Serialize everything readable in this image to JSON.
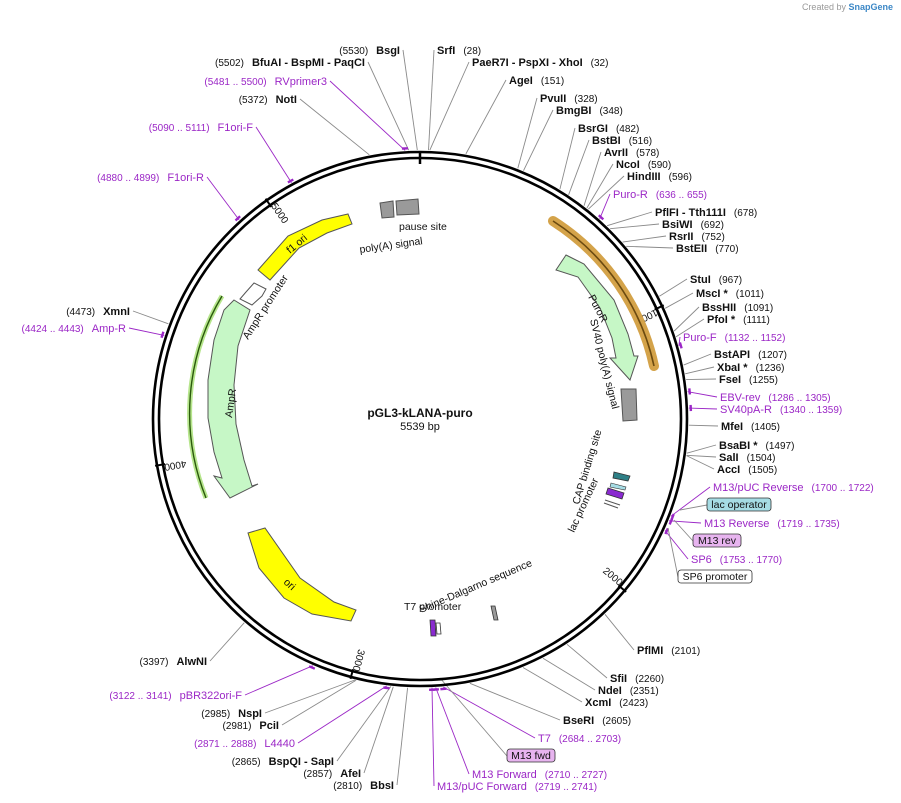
{
  "attribution": {
    "prefix": "Created by",
    "brand": "SnapGene"
  },
  "plasmid": {
    "name": "pGL3-kLANA-puro",
    "size_label": "5539 bp",
    "length": 5539
  },
  "ticks": [
    "1000",
    "2000",
    "3000",
    "4000",
    "5000"
  ],
  "sites": [
    {
      "k": "s1",
      "name": "SrfI",
      "pos": "(28)",
      "side": "left",
      "bp": 28
    },
    {
      "k": "s2",
      "name": "PaeR7I  - PspXI  - XhoI",
      "pos": "(32)",
      "side": "left",
      "bp": 32
    },
    {
      "k": "s3",
      "name": "AgeI",
      "pos": "(151)",
      "side": "left",
      "bp": 151
    },
    {
      "k": "s4",
      "name": "PvuII",
      "pos": "(328)",
      "side": "left",
      "bp": 328
    },
    {
      "k": "s5",
      "name": "BmgBI",
      "pos": "(348)",
      "side": "left",
      "bp": 348
    },
    {
      "k": "s6",
      "name": "BsrGI",
      "pos": "(482)",
      "side": "left",
      "bp": 482
    },
    {
      "k": "s7",
      "name": "BstBI",
      "pos": "(516)",
      "side": "left",
      "bp": 516
    },
    {
      "k": "s8",
      "name": "AvrII",
      "pos": "(578)",
      "side": "left",
      "bp": 578
    },
    {
      "k": "s9",
      "name": "NcoI",
      "pos": "(590)",
      "side": "left",
      "bp": 590
    },
    {
      "k": "s10",
      "name": "HindIII",
      "pos": "(596)",
      "side": "left",
      "bp": 596
    },
    {
      "k": "s11",
      "name": "PflFI  - Tth111I",
      "pos": "(678)",
      "side": "left",
      "bp": 678
    },
    {
      "k": "s12",
      "name": "BsiWI",
      "pos": "(692)",
      "side": "left",
      "bp": 692
    },
    {
      "k": "s13",
      "name": "RsrII",
      "pos": "(752)",
      "side": "left",
      "bp": 752
    },
    {
      "k": "s14",
      "name": "BstEII",
      "pos": "(770)",
      "side": "left",
      "bp": 770
    },
    {
      "k": "s15",
      "name": "StuI",
      "pos": "(967)",
      "side": "left",
      "bp": 967
    },
    {
      "k": "s16",
      "name": "MscI *",
      "pos": "(1011)",
      "side": "left",
      "bp": 1011
    },
    {
      "k": "s17",
      "name": "BssHII",
      "pos": "(1091)",
      "side": "left",
      "bp": 1091
    },
    {
      "k": "s18",
      "name": "PfoI *",
      "pos": "(1111)",
      "side": "left",
      "bp": 1111
    },
    {
      "k": "s19",
      "name": "BstAPI",
      "pos": "(1207)",
      "side": "left",
      "bp": 1207
    },
    {
      "k": "s20",
      "name": "XbaI *",
      "pos": "(1236)",
      "side": "left",
      "bp": 1236
    },
    {
      "k": "s21",
      "name": "FseI",
      "pos": "(1255)",
      "side": "left",
      "bp": 1255
    },
    {
      "k": "s22",
      "name": "MfeI",
      "pos": "(1405)",
      "side": "left",
      "bp": 1405
    },
    {
      "k": "s23",
      "name": "BsaBI *",
      "pos": "(1497)",
      "side": "left",
      "bp": 1497
    },
    {
      "k": "s24",
      "name": "SalI",
      "pos": "(1504)",
      "side": "left",
      "bp": 1504
    },
    {
      "k": "s25",
      "name": "AccI",
      "pos": "(1505)",
      "side": "left",
      "bp": 1505
    },
    {
      "k": "s26",
      "name": "PflMI",
      "pos": "(2101)",
      "side": "left",
      "bp": 2101
    },
    {
      "k": "s27",
      "name": "SfiI",
      "pos": "(2260)",
      "side": "left",
      "bp": 2260
    },
    {
      "k": "s28",
      "name": "NdeI",
      "pos": "(2351)",
      "side": "left",
      "bp": 2351
    },
    {
      "k": "s29",
      "name": "XcmI",
      "pos": "(2423)",
      "side": "left",
      "bp": 2423
    },
    {
      "k": "s30",
      "name": "BseRI",
      "pos": "(2605)",
      "side": "left",
      "bp": 2605
    },
    {
      "k": "s31",
      "name": "BbsI",
      "pos": "(2810)",
      "side": "right",
      "bp": 2810
    },
    {
      "k": "s32",
      "name": "AfeI",
      "pos": "(2857)",
      "side": "right",
      "bp": 2857
    },
    {
      "k": "s33",
      "name": "BspQI  - SapI",
      "pos": "(2865)",
      "side": "right",
      "bp": 2865
    },
    {
      "k": "s34",
      "name": "PciI",
      "pos": "(2981)",
      "side": "right",
      "bp": 2981
    },
    {
      "k": "s35",
      "name": "NspI",
      "pos": "(2985)",
      "side": "right",
      "bp": 2985
    },
    {
      "k": "s36",
      "name": "AlwNI",
      "pos": "(3397)",
      "side": "right",
      "bp": 3397
    },
    {
      "k": "s37",
      "name": "XmnI",
      "pos": "(4473)",
      "side": "right",
      "bp": 4473
    },
    {
      "k": "s38",
      "name": "NotI",
      "pos": "(5372)",
      "side": "right",
      "bp": 5372
    },
    {
      "k": "s39",
      "name": "BfuAI  - BspMI  - PaqCI",
      "pos": "(5502)",
      "side": "right",
      "bp": 5502
    },
    {
      "k": "s40",
      "name": "BsgI",
      "pos": "(5530)",
      "side": "right",
      "bp": 5530
    }
  ],
  "primers": [
    {
      "k": "p1",
      "name": "Puro-R",
      "range": "(636 .. 655)",
      "side": "left",
      "bp": 645
    },
    {
      "k": "p2",
      "name": "Puro-F",
      "range": "(1132 .. 1152)",
      "side": "left",
      "bp": 1142
    },
    {
      "k": "p3",
      "name": "EBV-rev",
      "range": "(1286 .. 1305)",
      "side": "left",
      "bp": 1295
    },
    {
      "k": "p4",
      "name": "SV40pA-R",
      "range": "(1340 .. 1359)",
      "side": "left",
      "bp": 1349
    },
    {
      "k": "p5",
      "name": "M13/pUC Reverse",
      "range": "(1700 .. 1722)",
      "side": "left",
      "bp": 1711
    },
    {
      "k": "p6",
      "name": "M13 Reverse",
      "range": "(1719 .. 1735)",
      "side": "left",
      "bp": 1727
    },
    {
      "k": "p7",
      "name": "SP6",
      "range": "(1753 .. 1770)",
      "side": "left",
      "bp": 1761
    },
    {
      "k": "p8",
      "name": "T7",
      "range": "(2684 .. 2703)",
      "side": "left",
      "bp": 2693
    },
    {
      "k": "p9",
      "name": "M13 Forward",
      "range": "(2710 .. 2727)",
      "side": "left",
      "bp": 2718
    },
    {
      "k": "p10",
      "name": "M13/pUC Forward",
      "range": "(2719 .. 2741)",
      "side": "left",
      "bp": 2730
    },
    {
      "k": "p11",
      "name": "L4440",
      "range": "(2871 .. 2888)",
      "side": "right",
      "bp": 2879
    },
    {
      "k": "p12",
      "name": "pBR322ori-F",
      "range": "(3122 .. 3141)",
      "side": "right",
      "bp": 3131
    },
    {
      "k": "p13",
      "name": "Amp-R",
      "range": "(4424 .. 4443)",
      "side": "right",
      "bp": 4433
    },
    {
      "k": "p14",
      "name": "F1ori-R",
      "range": "(4880 .. 4899)",
      "side": "right",
      "bp": 4889
    },
    {
      "k": "p15",
      "name": "F1ori-F",
      "range": "(5090 .. 5111)",
      "side": "right",
      "bp": 5100
    },
    {
      "k": "p16",
      "name": "RVprimer3",
      "range": "(5481 .. 5500)",
      "side": "right",
      "bp": 5490
    }
  ],
  "boxed_features": [
    {
      "k": "b1",
      "name": "lac operator",
      "fill": "#a6dce4"
    },
    {
      "k": "b2",
      "name": "M13 rev",
      "fill": "#e7b4ef"
    },
    {
      "k": "b3",
      "name": "SP6 promoter",
      "fill": "#ffffff"
    },
    {
      "k": "b4",
      "name": "M13 fwd",
      "fill": "#e7b4ef"
    }
  ],
  "features": [
    {
      "k": "f1",
      "name": "PuroR"
    },
    {
      "k": "f2",
      "name": "SV40 poly(A) signal"
    },
    {
      "k": "f3",
      "name": "CAP binding site"
    },
    {
      "k": "f4",
      "name": "lac promoter"
    },
    {
      "k": "f5",
      "name": "Shine-Dalgarno sequence"
    },
    {
      "k": "f6",
      "name": "T7 promoter"
    },
    {
      "k": "f7",
      "name": "ori"
    },
    {
      "k": "f8",
      "name": "AmpR"
    },
    {
      "k": "f9",
      "name": "AmpR promoter"
    },
    {
      "k": "f10",
      "name": "f1 ori"
    },
    {
      "k": "f11",
      "name": "pause site"
    },
    {
      "k": "f12",
      "name": "poly(A) signal"
    }
  ],
  "colors": {
    "primer": "#9b27c6",
    "orf_fill": "#c6f7c6",
    "orf_highlight": "#d4a34a",
    "ori_fill": "#ffff00",
    "polyA_fill": "#9a9a9a",
    "cap_fill": "#2e7f86",
    "lac_promoter_fill": "#8a2ad0",
    "backbone": "#000000"
  }
}
